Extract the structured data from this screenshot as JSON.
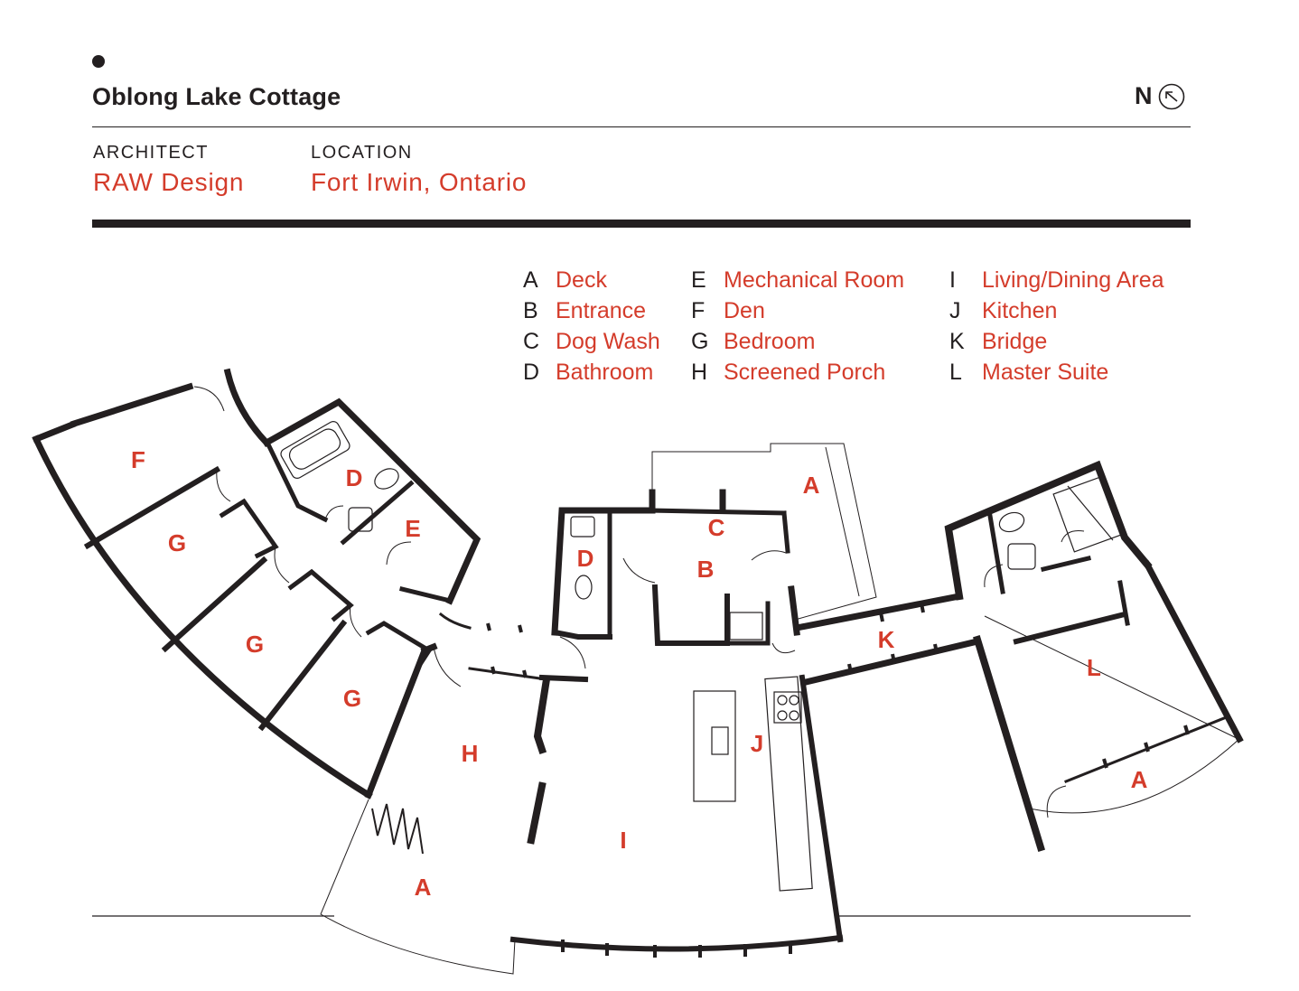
{
  "header": {
    "title": "Oblong Lake Cottage",
    "north_label": "N"
  },
  "meta": {
    "architect_label": "ARCHITECT",
    "architect_value": "RAW Design",
    "location_label": "LOCATION",
    "location_value": "Fort Irwin, Ontario"
  },
  "legend": [
    {
      "letter": "A",
      "name": "Deck"
    },
    {
      "letter": "B",
      "name": "Entrance"
    },
    {
      "letter": "C",
      "name": "Dog Wash"
    },
    {
      "letter": "D",
      "name": "Bathroom"
    },
    {
      "letter": "E",
      "name": "Mechanical Room"
    },
    {
      "letter": "F",
      "name": "Den"
    },
    {
      "letter": "G",
      "name": "Bedroom"
    },
    {
      "letter": "H",
      "name": "Screened Porch"
    },
    {
      "letter": "I",
      "name": "Living/Dining Area"
    },
    {
      "letter": "J",
      "name": "Kitchen"
    },
    {
      "letter": "K",
      "name": "Bridge"
    },
    {
      "letter": "L",
      "name": "Master Suite"
    }
  ],
  "plan_labels": {
    "f": "F",
    "g1": "G",
    "g2": "G",
    "g3": "G",
    "d_west": "D",
    "e": "E",
    "h": "H",
    "a_west": "A",
    "d_center": "D",
    "c": "C",
    "b": "B",
    "a_north": "A",
    "i": "I",
    "j": "J",
    "k": "K",
    "l": "L",
    "a_east": "A"
  },
  "colors": {
    "accent": "#d43c2b",
    "ink": "#231f20"
  },
  "icons": {
    "north_arrow": "north-arrow-icon"
  }
}
